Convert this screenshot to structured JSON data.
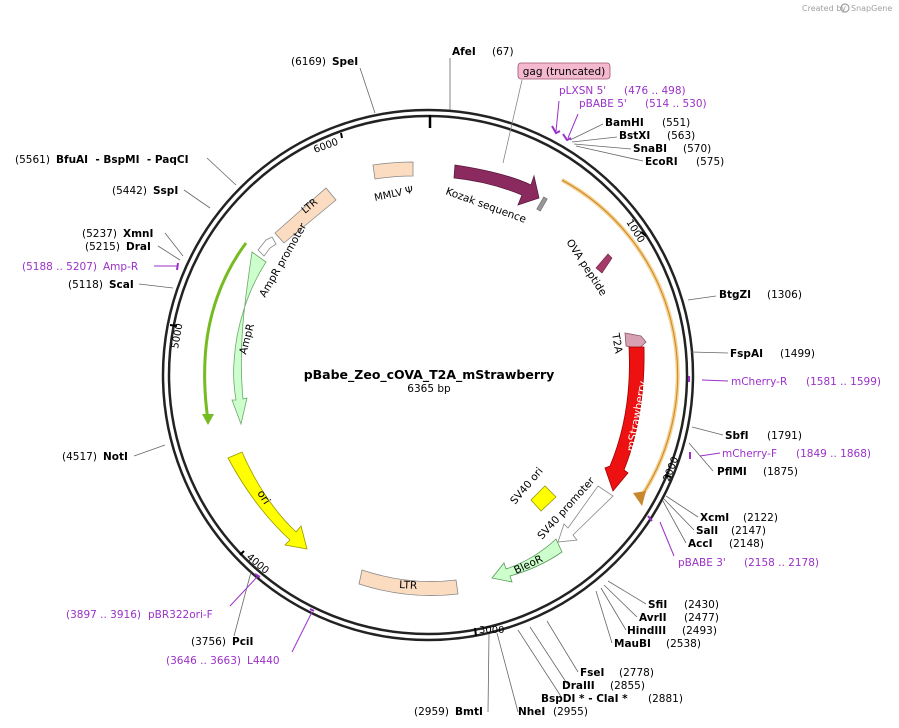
{
  "credit": {
    "created_by": "Created by",
    "brand": "SnapGene"
  },
  "plasmid": {
    "name": "pBabe_Zeo_cOVA_T2A_mStrawberry",
    "length_label": "6365 bp"
  },
  "ticks": [
    "1000",
    "2000",
    "3000",
    "4000",
    "5000",
    "6000"
  ],
  "features": {
    "ltr_top": "LTR",
    "mmlv": "MMLV Ψ",
    "kozak": "Kozak sequence",
    "ova": "OVA peptide",
    "t2a": "T2A",
    "mstrawberry": "mStrawberry",
    "sv40_ori": "SV40 ori",
    "sv40_promoter": "SV40 promoter",
    "bleor": "BleoR",
    "ltr_bottom": "LTR",
    "ori": "ori",
    "ampr": "AmpR",
    "ampr_promoter": "AmpR promoter",
    "gag": "gag (truncated)"
  },
  "enzymes": [
    {
      "name": "AfeI",
      "pos": "(67)"
    },
    {
      "name": "SpeI",
      "pos": "(6169)"
    },
    {
      "name": "BamHI",
      "pos": "(551)"
    },
    {
      "name": "BstXI",
      "pos": "(563)"
    },
    {
      "name": "SnaBI",
      "pos": "(570)"
    },
    {
      "name": "EcoRI",
      "pos": "(575)"
    },
    {
      "name": "BtgZI",
      "pos": "(1306)"
    },
    {
      "name": "FspAI",
      "pos": "(1499)"
    },
    {
      "name": "SbfI",
      "pos": "(1791)"
    },
    {
      "name": "PflMI",
      "pos": "(1875)"
    },
    {
      "name": "XcmI",
      "pos": "(2122)"
    },
    {
      "name": "SalI",
      "pos": "(2147)"
    },
    {
      "name": "AccI",
      "pos": "(2148)"
    },
    {
      "name": "SfiI",
      "pos": "(2430)"
    },
    {
      "name": "AvrII",
      "pos": "(2477)"
    },
    {
      "name": "HindIII",
      "pos": "(2493)"
    },
    {
      "name": "MauBI",
      "pos": "(2538)"
    },
    {
      "name": "FseI",
      "pos": "(2778)"
    },
    {
      "name": "DraIII",
      "pos": "(2855)"
    },
    {
      "name": "BspDI * - ClaI *",
      "pos": "(2881)"
    },
    {
      "name": "NheI",
      "pos": "(2955)"
    },
    {
      "name": "BmtI",
      "pos": "(2959)"
    },
    {
      "name": "PciI",
      "pos": "(3756)"
    },
    {
      "name": "NotI",
      "pos": "(4517)"
    },
    {
      "name": "ScaI",
      "pos": "(5118)"
    },
    {
      "name": "DraI",
      "pos": "(5215)"
    },
    {
      "name": "XmnI",
      "pos": "(5237)"
    },
    {
      "name": "SspI",
      "pos": "(5442)"
    },
    {
      "name": "BfuAI  - BspMI  - PaqCI",
      "pos": "(5561)"
    }
  ],
  "primers": [
    {
      "name": "pLXSN 5'",
      "range": "(476 .. 498)"
    },
    {
      "name": "pBABE 5'",
      "range": "(514 .. 530)"
    },
    {
      "name": "mCherry-R",
      "range": "(1581 .. 1599)"
    },
    {
      "name": "mCherry-F",
      "range": "(1849 .. 1868)"
    },
    {
      "name": "pBABE 3'",
      "range": "(2158 .. 2178)"
    },
    {
      "name": "pBR322ori-F",
      "range": "(3897 .. 3916)"
    },
    {
      "name": "L4440",
      "range": "(3646 .. 3663)"
    },
    {
      "name": "Amp-R",
      "range": "(5188 .. 5207)"
    }
  ],
  "colors": {
    "backbone": "#222222",
    "ltr": "#fbdcc0",
    "kozak": "#8b2a5e",
    "ova": "#a33a6a",
    "t2a": "#d7a0b3",
    "mstrawberry": "#ee1111",
    "sv40_ori": "#ffff00",
    "ori": "#ffff00",
    "bleor": "#ccffcc",
    "ampr": "#ccffcc",
    "gag_outline": "#f0b040",
    "primer": "#9b30c8"
  }
}
